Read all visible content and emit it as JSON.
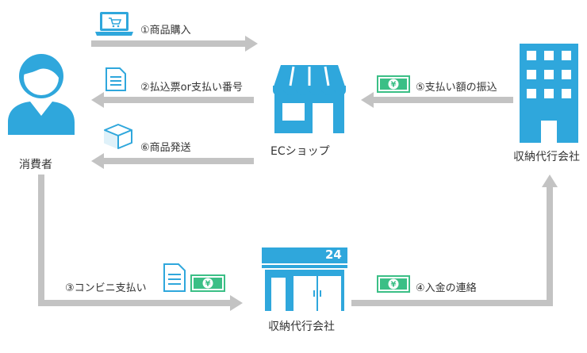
{
  "colors": {
    "accent": "#2fa7dc",
    "arrow": "#c3c3c3",
    "money": "#3bbf86"
  },
  "nodes": {
    "consumer": {
      "label": "消費者",
      "icon": "person-icon"
    },
    "ec_shop": {
      "label": "ECショップ",
      "icon": "shop-icon"
    },
    "payment_agent_top": {
      "label": "収納代行会社",
      "icon": "office-building-icon"
    },
    "payment_agent_bottom": {
      "label": "収納代行会社",
      "icon": "convenience-store-icon",
      "sign": "24"
    }
  },
  "steps": [
    {
      "label": "①商品購入",
      "icon": "laptop-cart-icon"
    },
    {
      "label": "②払込票or支払い番号",
      "icon": "document-icon"
    },
    {
      "label": "③コンビニ支払い",
      "icon": "document-and-money-icon"
    },
    {
      "label": "④入金の連絡",
      "icon": "money-icon"
    },
    {
      "label": "⑤支払い額の振込",
      "icon": "money-icon"
    },
    {
      "label": "⑥商品発送",
      "icon": "package-icon"
    }
  ]
}
